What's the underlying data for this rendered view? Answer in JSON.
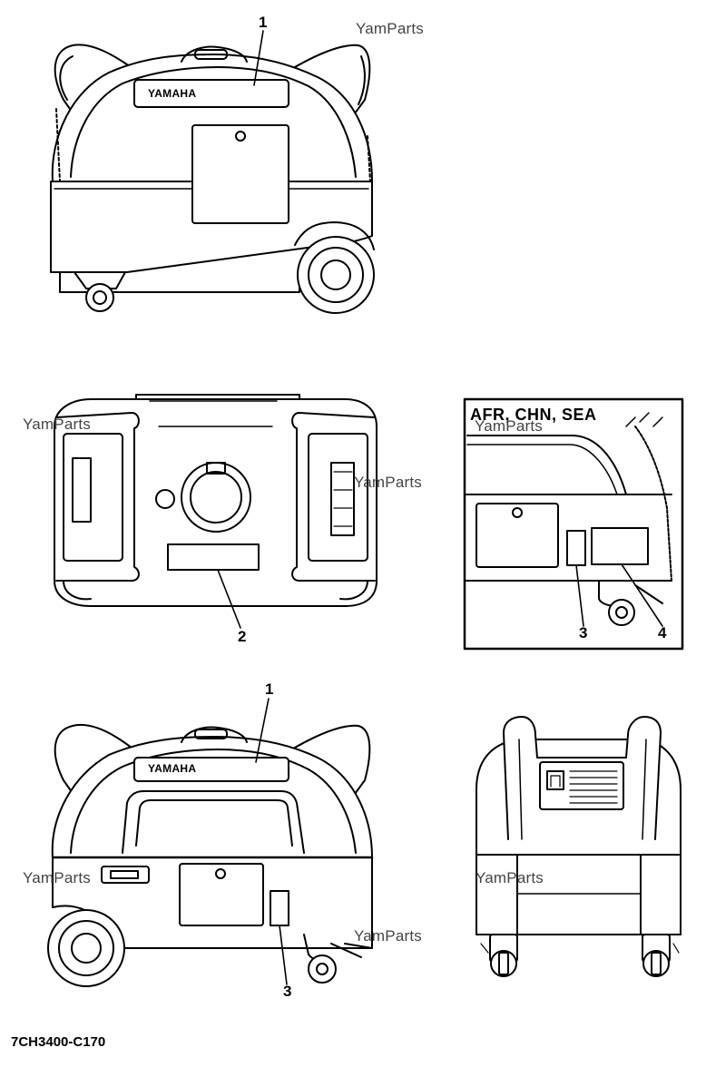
{
  "callouts": {
    "front_1": "1",
    "top_2": "2",
    "inset_3": "3",
    "inset_4": "4",
    "side_1": "1",
    "side_3": "3"
  },
  "brand": {
    "front": "YAMAHA",
    "side": "YAMAHA"
  },
  "inset_title": "AFR, CHN, SEA",
  "watermarks": [
    "YamParts",
    "YamParts",
    "YamParts",
    "YamParts",
    "YamParts",
    "YamParts",
    "YamParts"
  ],
  "figure_code": "7CH3400-C170"
}
